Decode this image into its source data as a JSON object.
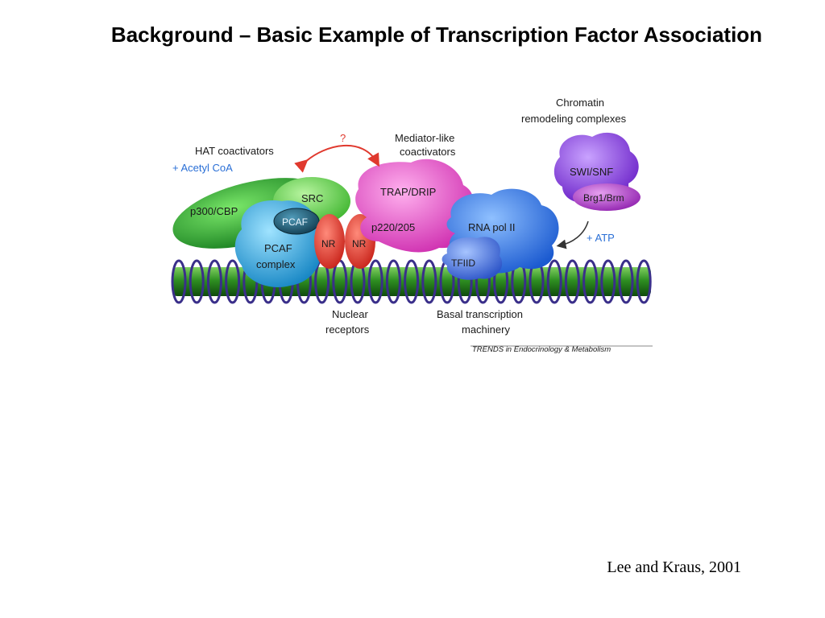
{
  "slide": {
    "title": "Background – Basic Example of Transcription Factor Association",
    "citation": "Lee and Kraus, 2001"
  },
  "diagram": {
    "labels": {
      "hat_coactivators": "HAT coactivators",
      "acetyl_coa": "+ Acetyl CoA",
      "question": "?",
      "mediator_line1": "Mediator-like",
      "mediator_line2": "coactivators",
      "chromatin_line1": "Chromatin",
      "chromatin_line2": "remodeling complexes",
      "atp": "+ ATP",
      "nuclear_line1": "Nuclear",
      "nuclear_line2": "receptors",
      "basal_line1": "Basal transcription",
      "basal_line2": "machinery",
      "source": "TRENDS in Endocrinology & Metabolism"
    },
    "proteins": {
      "p300": "p300/CBP",
      "src": "SRC",
      "pcaf": "PCAF",
      "pcaf_complex_line1": "PCAF",
      "pcaf_complex_line2": "complex",
      "nr1": "NR",
      "nr2": "NR",
      "trap": "TRAP/DRIP",
      "p220": "p220/205",
      "rnapol": "RNA pol II",
      "tfiid": "TFIID",
      "swisnf": "SWI/SNF",
      "brg": "Brg1/Brm"
    },
    "colors": {
      "p300": "#1f9a2a",
      "src": "#5fd04a",
      "pcaf_complex": "#2aa6dc",
      "pcaf": "#1e5f7a",
      "nr": "#e83a2e",
      "trap": "#e64fc9",
      "rnapol": "#2f7ae8",
      "tfiid": "#3d6fe0",
      "swisnf": "#8a3ee0",
      "brg": "#b03ad0",
      "dna": "#3a9a2a",
      "histone_coil": "#3a2f8a",
      "arrow_red": "#e0392e",
      "accent_blue": "#2a6fd6"
    }
  }
}
